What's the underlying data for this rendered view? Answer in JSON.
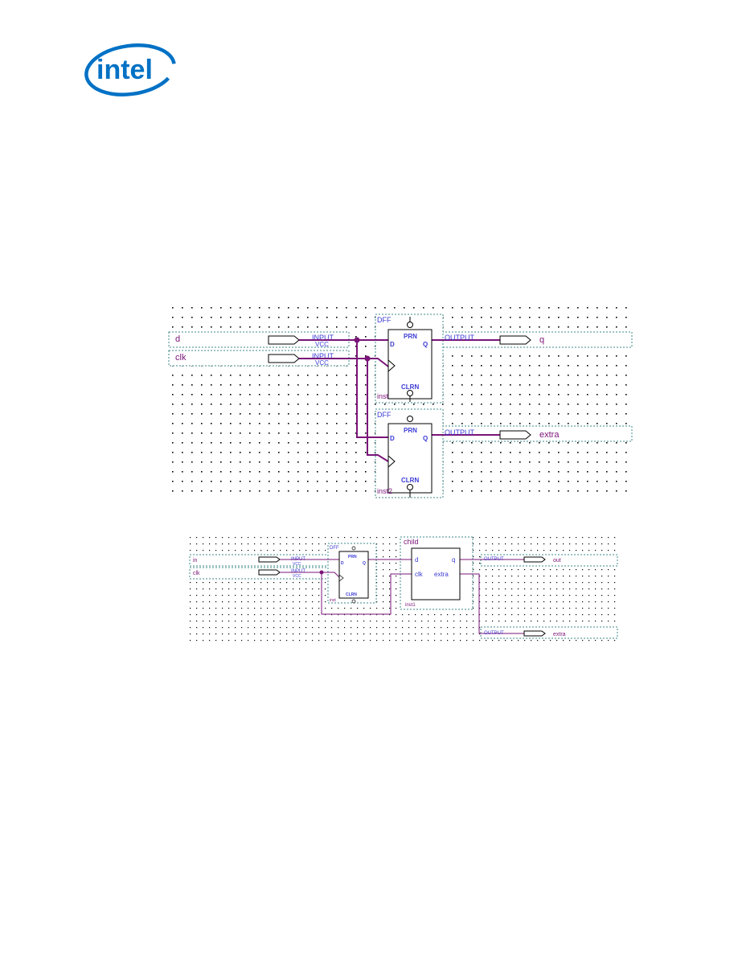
{
  "logo": {
    "text": "intel",
    "color": "#0071c5"
  },
  "colors": {
    "wire": "#7a1478",
    "label_blue": "#3b3bd6",
    "frame": "#3f8a8a",
    "grid_dot": "#000000"
  },
  "diagram1": {
    "ports_in": [
      {
        "name": "d",
        "type": "INPUT",
        "vcc": "VCC"
      },
      {
        "name": "clk",
        "type": "INPUT",
        "vcc": "VCC"
      }
    ],
    "dffs": [
      {
        "prim": "DFF",
        "inst": "inst",
        "pin_d": "D",
        "pin_q": "Q",
        "prn": "PRN",
        "clrn": "CLRN"
      },
      {
        "prim": "DFF",
        "inst": "inst2",
        "pin_d": "D",
        "pin_q": "Q",
        "prn": "PRN",
        "clrn": "CLRN"
      }
    ],
    "ports_out": [
      {
        "name": "q",
        "type": "OUTPUT"
      },
      {
        "name": "extra",
        "type": "OUTPUT"
      }
    ]
  },
  "diagram2": {
    "ports_in": [
      {
        "name": "in",
        "type": "INPUT",
        "vcc": "VCC"
      },
      {
        "name": "clk",
        "type": "INPUT",
        "vcc": "VCC"
      }
    ],
    "dff": {
      "prim": "DFF",
      "inst": "inst",
      "pin_d": "D",
      "pin_q": "Q",
      "prn": "PRN",
      "clrn": "CLRN"
    },
    "child": {
      "title": "child",
      "inst": "inst1",
      "pin_d": "d",
      "pin_clk": "clk",
      "pin_q": "q",
      "pin_extra": "extra"
    },
    "ports_out": [
      {
        "name": "out",
        "type": "OUTPUT"
      },
      {
        "name": "extra",
        "type": "OUTPUT"
      }
    ]
  }
}
